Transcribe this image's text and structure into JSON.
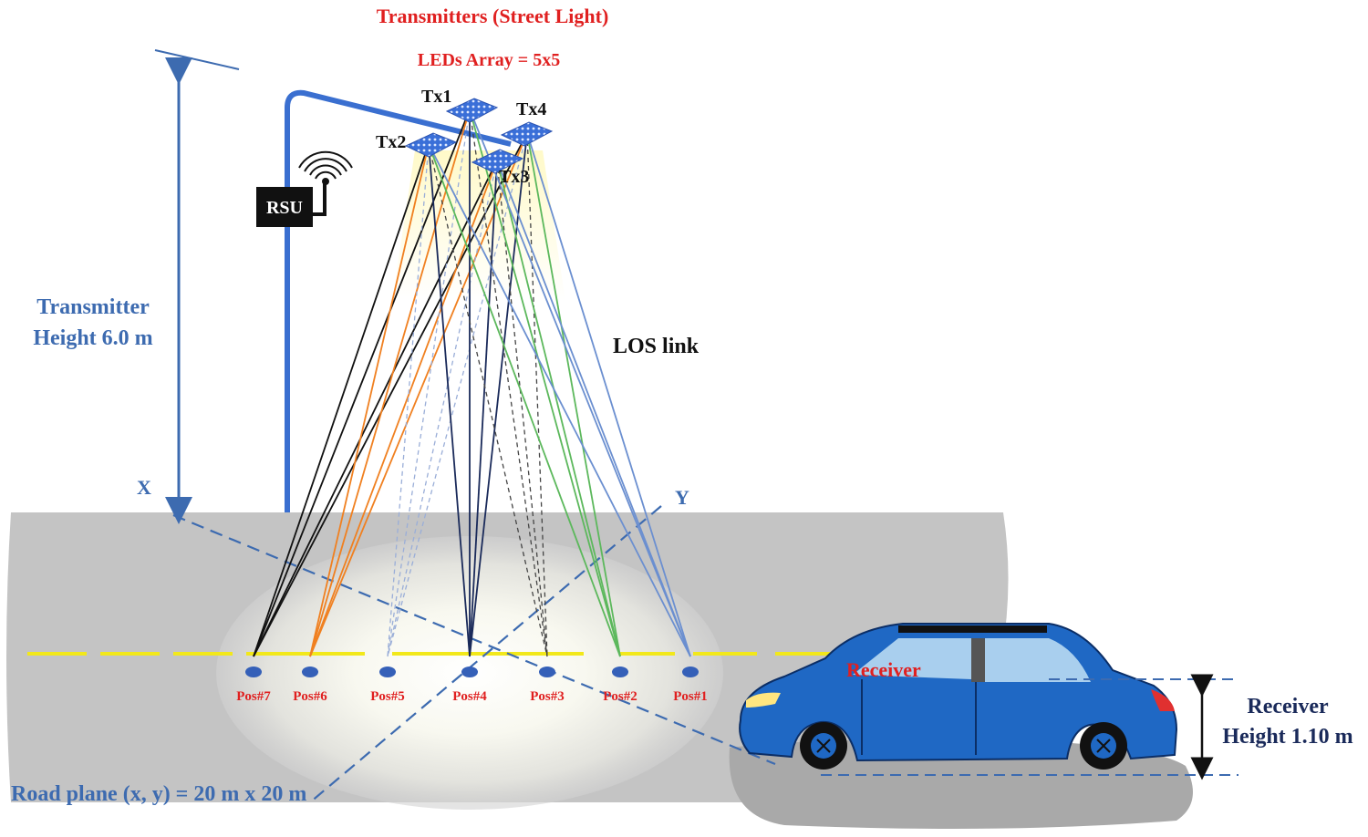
{
  "title": "Transmitters (Street Light)",
  "subtitle": "LEDs Array = 5x5",
  "transmitters": [
    "Tx1",
    "Tx2",
    "Tx3",
    "Tx4"
  ],
  "rsu_label": "RSU",
  "tx_height_label": [
    "Transmitter",
    "Height 6.0 m"
  ],
  "los_label": "LOS link",
  "axis_x": "X",
  "axis_y": "Y",
  "positions": [
    "Pos#7",
    "Pos#6",
    "Pos#5",
    "Pos#4",
    "Pos#3",
    "Pos#2",
    "Pos#1"
  ],
  "receiver_label": "Receiver",
  "rx_height_label": [
    "Receiver",
    "Height 1.10 m"
  ],
  "road_label": "Road plane (x, y) = 20 m x 20 m",
  "colors": {
    "title": "#e02020",
    "dimension": "#3d6bb0",
    "road": "#c4c4c4",
    "lane": "#f2e81a",
    "car": "#1f68c4",
    "link_black": "#111111",
    "link_orange": "#f08020",
    "link_navy": "#1a2a5a",
    "link_green": "#5cb85c",
    "link_blue": "#6b8fd0"
  }
}
